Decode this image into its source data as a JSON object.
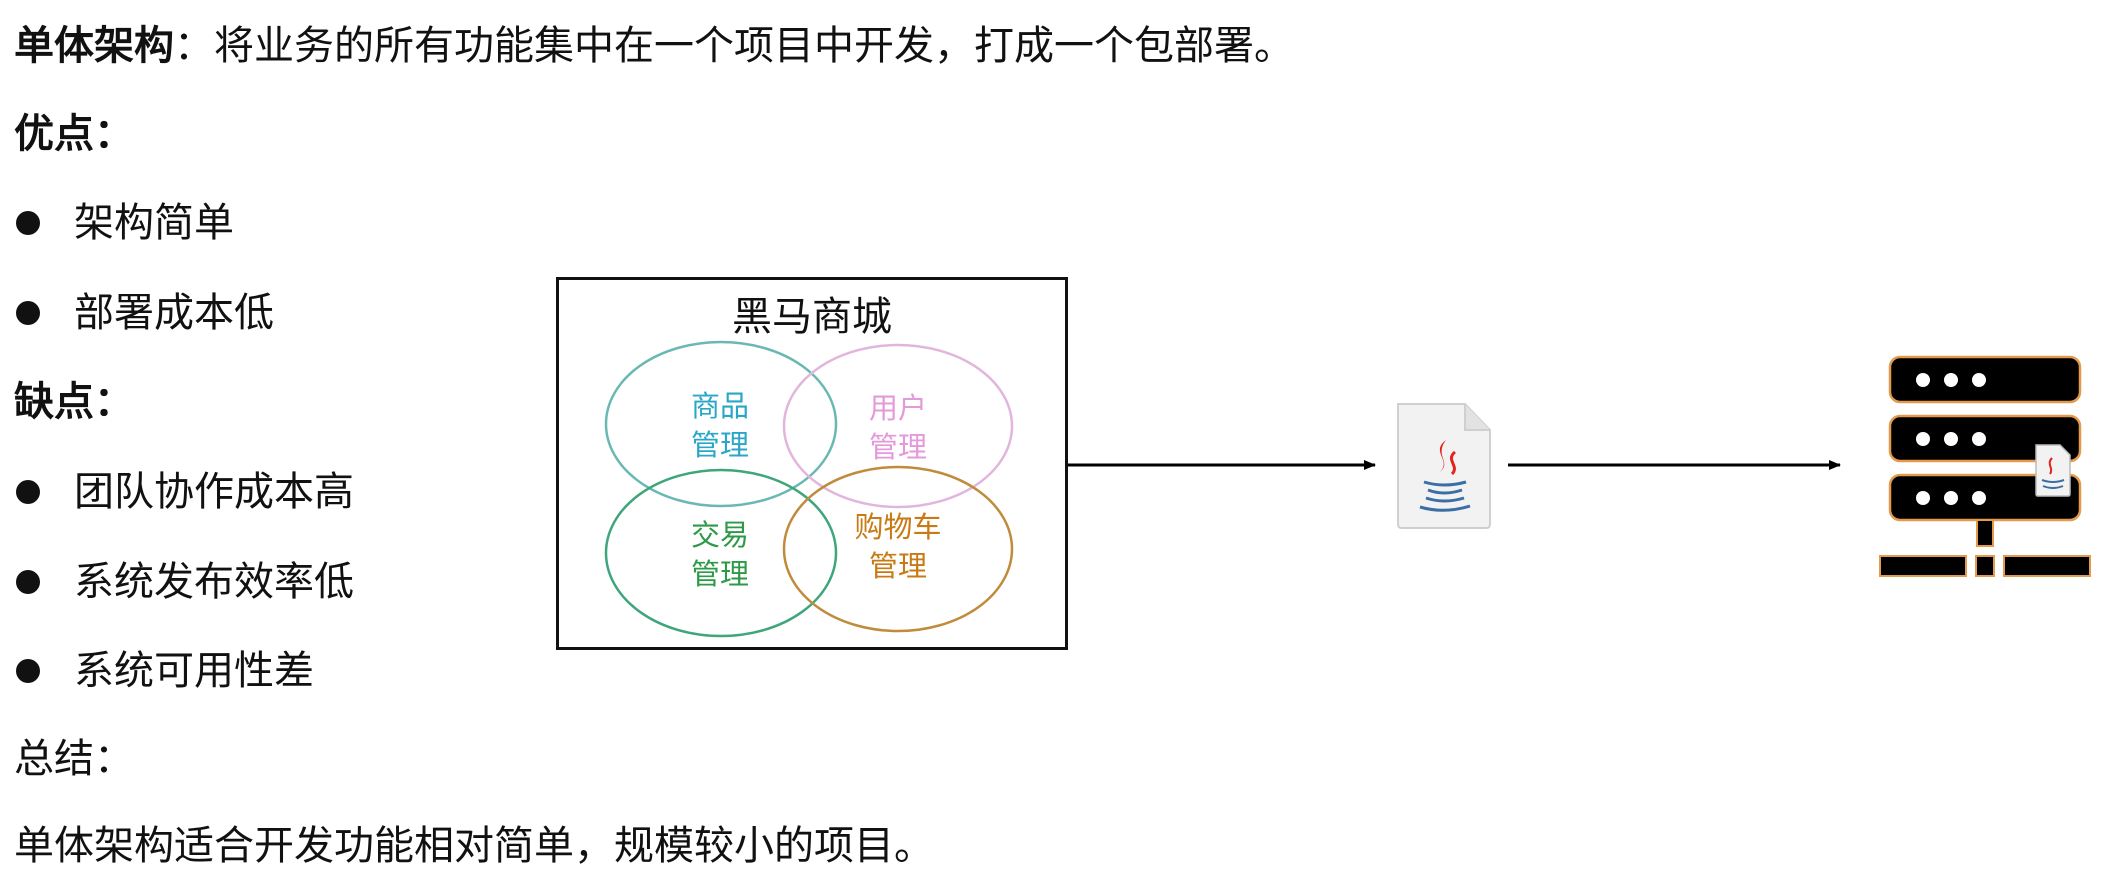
{
  "text": {
    "definition_term": "单体架构",
    "definition_body": "：将业务的所有功能集中在一个项目中开发，打成一个包部署。",
    "pros_heading": "优点：",
    "pros": [
      "架构简单",
      "部署成本低"
    ],
    "cons_heading": "缺点：",
    "cons": [
      "团队协作成本高",
      "系统发布效率低",
      "系统可用性差"
    ],
    "summary_heading": "总结：",
    "summary_body": "单体架构适合开发功能相对简单，规模较小的项目。"
  },
  "diagram": {
    "project_title": "黑马商城",
    "modules": [
      {
        "line1": "商品",
        "line2": "管理",
        "color": "#2aa7c8",
        "stroke": "#6bb8b3"
      },
      {
        "line1": "用户",
        "line2": "管理",
        "color": "#e49ad9",
        "stroke": "#e2b5dd"
      },
      {
        "line1": "交易",
        "line2": "管理",
        "color": "#2e9a48",
        "stroke": "#3fa57a"
      },
      {
        "line1": "购物车",
        "line2": "管理",
        "color": "#c87a14",
        "stroke": "#c08b3a"
      }
    ],
    "icons": [
      "java-jar-file-icon",
      "server-icon"
    ],
    "colors": {
      "server_outline": "#e39a4c",
      "server_fill": "#000000",
      "arrow": "#000000"
    }
  }
}
